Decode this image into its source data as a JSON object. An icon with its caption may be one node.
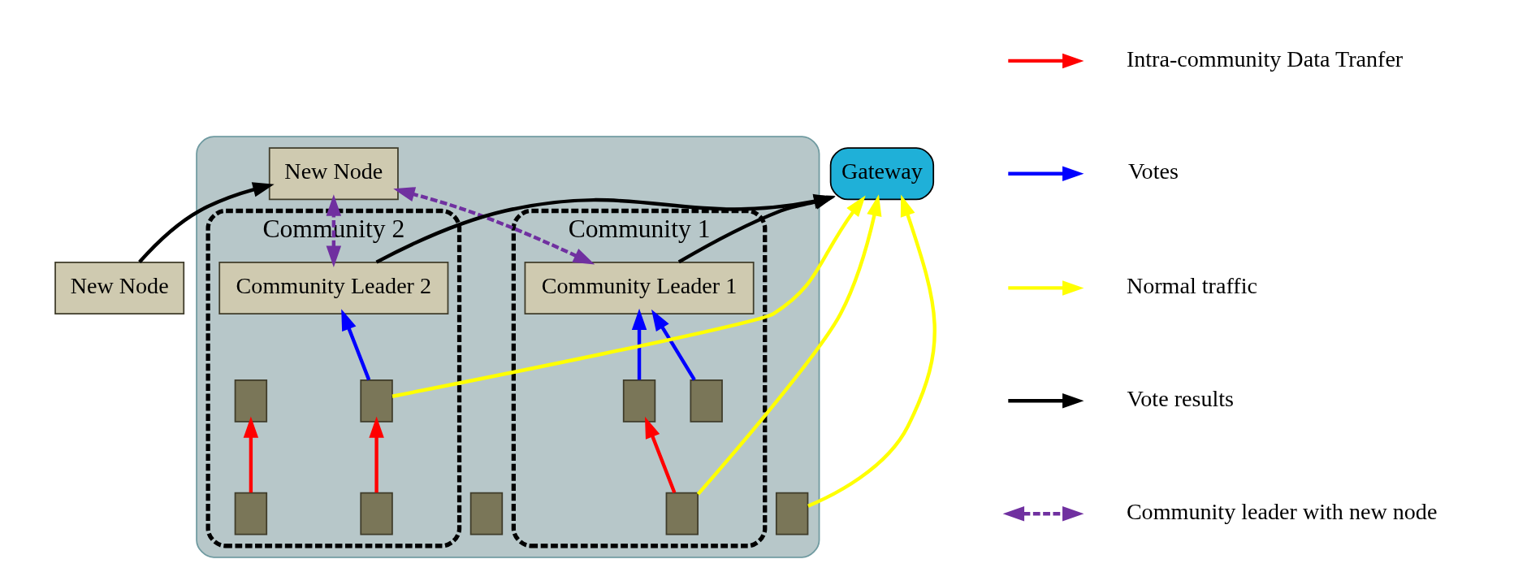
{
  "diagram": {
    "nodes": [
      {
        "text": [
          "Gateway"
        ]
      },
      {
        "text": [],
        "shape": "cloud"
      },
      {
        "text": [
          "Community 1"
        ],
        "in": 1
      },
      {
        "text": [
          "Community Leader 1"
        ],
        "in": 2
      },
      {
        "text": [],
        "shape": "box",
        "in": 2
      },
      {
        "text": [],
        "shape": "box",
        "in": 2
      },
      {
        "text": [],
        "shape": "box",
        "in": 2
      },
      {
        "text": [
          "Community 2"
        ],
        "in": 1
      },
      {
        "text": [
          "Community Leader 2"
        ],
        "in": 7
      },
      {
        "text": [],
        "shape": "box",
        "in": 7
      },
      {
        "text": [],
        "shape": "box",
        "in": 7
      },
      {
        "text": [],
        "shape": "box",
        "in": 7
      },
      {
        "text": [],
        "shape": "box",
        "in": 7
      },
      {
        "text": [],
        "shape": "box",
        "in": 1
      },
      {
        "text": [],
        "shape": "box",
        "in": 1
      },
      {
        "text": [
          "New Node"
        ],
        "in": 1
      },
      {
        "text": [
          "New Node"
        ]
      }
    ],
    "edges": [
      {
        "from": 3,
        "to": 0,
        "arrow": "to",
        "color": "#000000"
      },
      {
        "from": 8,
        "to": 0,
        "arrow": "to",
        "color": "#000000"
      },
      {
        "from": 5,
        "to": 0,
        "arrow": "to",
        "color": "#ffff00"
      },
      {
        "from": 9,
        "to": 0,
        "arrow": "to",
        "color": "#ffff00"
      },
      {
        "from": 14,
        "to": 0,
        "arrow": "to",
        "color": "#ffff00"
      },
      {
        "from": 4,
        "to": 3,
        "arrow": "to",
        "color": "#0000ff"
      },
      {
        "from": 6,
        "to": 3,
        "arrow": "to",
        "color": "#0000ff"
      },
      {
        "from": 9,
        "to": 8,
        "arrow": "to",
        "color": "#0000ff"
      },
      {
        "from": 5,
        "to": 6,
        "arrow": "to",
        "color": "#ff0000"
      },
      {
        "from": 10,
        "to": 9,
        "arrow": "to",
        "color": "#ff0000"
      },
      {
        "from": 12,
        "to": 11,
        "arrow": "to",
        "color": "#ff0000"
      },
      {
        "from": 3,
        "to": 15,
        "arrow": "both",
        "style": "dashed",
        "color": "#7030a0"
      },
      {
        "from": 8,
        "to": 15,
        "arrow": "both",
        "style": "dashed",
        "color": "#7030a0"
      },
      {
        "from": 16,
        "to": 15,
        "arrow": "to",
        "color": "#000000"
      }
    ],
    "legend": [
      {
        "text": "Intra-community Data Tranfer"
      },
      {
        "text": "Votes"
      },
      {
        "text": "Normal traffic"
      },
      {
        "text": "Vote results"
      },
      {
        "text": "Community leader with new node"
      }
    ]
  }
}
